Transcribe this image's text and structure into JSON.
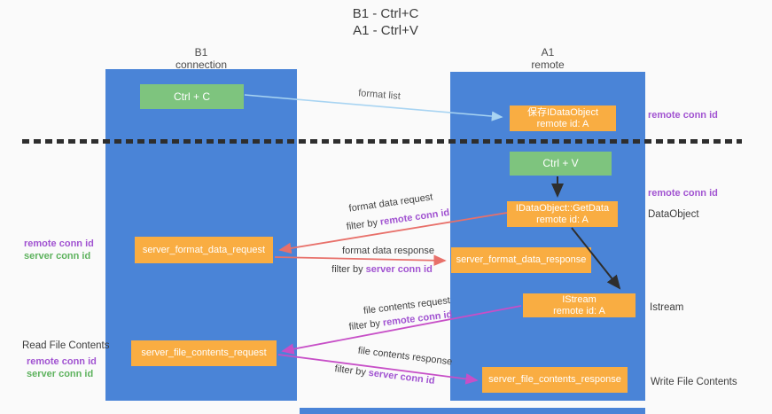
{
  "title": {
    "line1": "B1 - Ctrl+C",
    "line2": "A1 - Ctrl+V"
  },
  "lifelines": {
    "left": {
      "title": "B1",
      "subtitle": "connection"
    },
    "right": {
      "title": "A1",
      "subtitle": "remote"
    }
  },
  "boxes": {
    "ctrl_c": {
      "label": "Ctrl + C"
    },
    "save_dataobject": {
      "line1": "保存IDataObject",
      "line2": "remote id: A"
    },
    "ctrl_v": {
      "label": "Ctrl + V"
    },
    "getdata": {
      "line1": "IDataObject::GetData",
      "line2": "remote id: A"
    },
    "format_request": {
      "label": "server_format_data_request"
    },
    "format_response": {
      "label": "server_format_data_response"
    },
    "istream": {
      "line1": "IStream",
      "line2": "remote id: A"
    },
    "file_request": {
      "label": "server_file_contents_request"
    },
    "file_response": {
      "label": "server_file_contents_response"
    }
  },
  "arrows": {
    "format_list": {
      "label": "format list"
    },
    "format_data_request": {
      "label": "format data request",
      "filter_prefix": "filter by",
      "filter_key": "remote conn id"
    },
    "format_data_response": {
      "label": "format data response",
      "filter_prefix": "filter by",
      "filter_key": "server conn id"
    },
    "file_contents_request": {
      "label": "file contents request",
      "filter_prefix": "filter by",
      "filter_key": "remote conn id"
    },
    "file_contents_response": {
      "label": "file contents response",
      "filter_prefix": "filter by",
      "filter_key": "server conn id"
    }
  },
  "annotations": {
    "remote_conn_id": "remote conn id",
    "server_conn_id": "server conn id",
    "dataobject": "DataObject",
    "istream": "Istream",
    "read_file_contents": "Read File Contents",
    "write_file_contents": "Write File Contents"
  },
  "colors": {
    "lifeline_blue": "#4a84d7",
    "box_orange": "#f9ad42",
    "box_green": "#7ec47e",
    "arrow_blue": "#a8d4f2",
    "arrow_red": "#e8706a",
    "arrow_magenta": "#c74fc7",
    "arrow_black": "#2e2e2e",
    "text_purple": "#a153d1",
    "text_green": "#5db25d"
  }
}
